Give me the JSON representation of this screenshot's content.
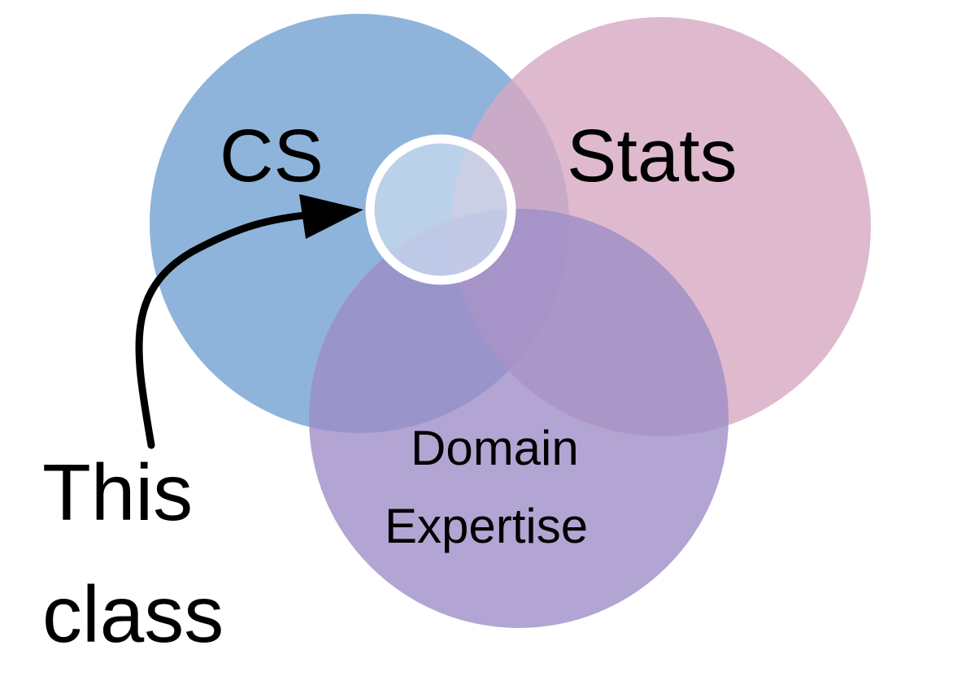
{
  "diagram": {
    "circles": [
      {
        "id": "cs",
        "label": "CS",
        "color": "#7BA7D5"
      },
      {
        "id": "stats",
        "label": "Stats",
        "color": "#D7A9C2"
      },
      {
        "id": "domain",
        "label_lines": [
          "Domain",
          "Expertise"
        ],
        "color": "#9C8CC7"
      }
    ],
    "focus_circle": {
      "fill": "#C9DBEF",
      "stroke": "#FFFFFF"
    },
    "pointer": {
      "label_lines": [
        "This",
        "class"
      ],
      "color": "#000000"
    }
  }
}
